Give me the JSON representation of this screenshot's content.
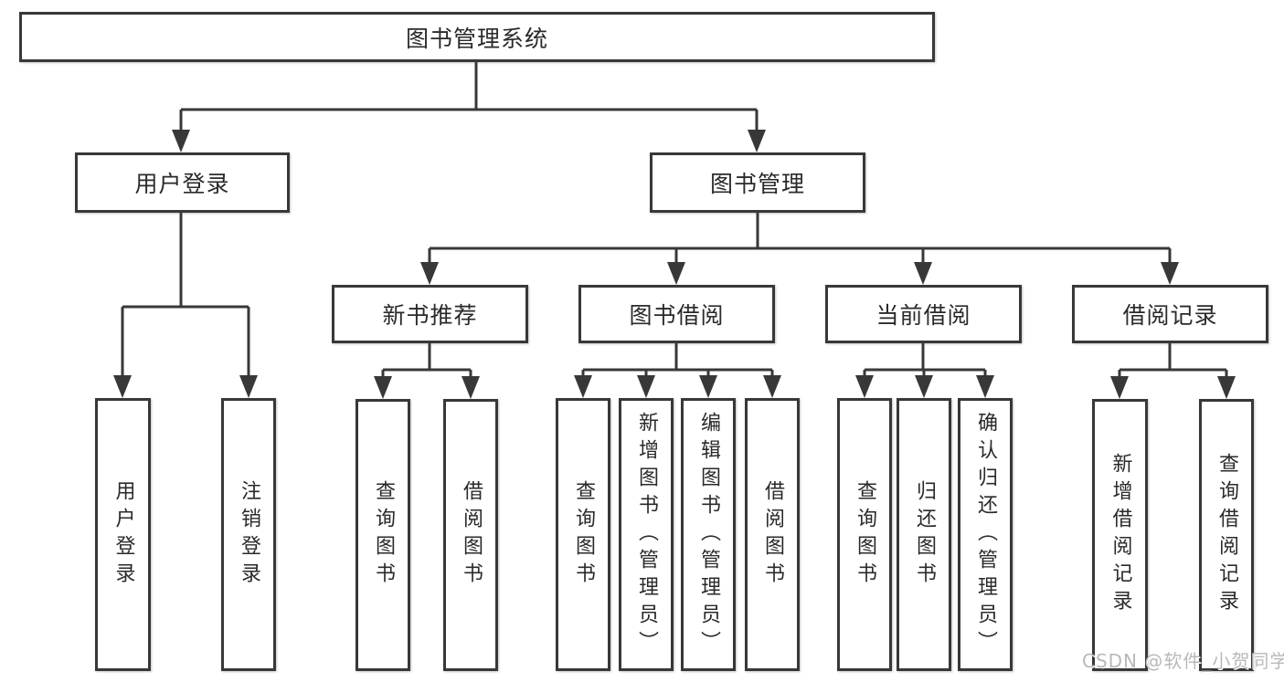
{
  "diagram": {
    "type": "hierarchy-tree",
    "tree": {
      "root": {
        "label": "图书管理系统"
      },
      "branches": [
        {
          "label": "用户登录",
          "children": [
            {
              "label": "用户登录"
            },
            {
              "label": "注销登录"
            }
          ]
        },
        {
          "label": "图书管理",
          "children": [
            {
              "label": "新书推荐",
              "children": [
                {
                  "label": "查询图书"
                },
                {
                  "label": "借阅图书"
                }
              ]
            },
            {
              "label": "图书借阅",
              "children": [
                {
                  "label": "查询图书"
                },
                {
                  "label": "新增图书（管理员）"
                },
                {
                  "label": "编辑图书（管理员）"
                },
                {
                  "label": "借阅图书"
                }
              ]
            },
            {
              "label": "当前借阅",
              "children": [
                {
                  "label": "查询图书"
                },
                {
                  "label": "归还图书"
                },
                {
                  "label": "确认归还（管理员）"
                }
              ]
            },
            {
              "label": "借阅记录",
              "children": [
                {
                  "label": "新增借阅记录"
                },
                {
                  "label": "查询借阅记录"
                }
              ]
            }
          ]
        }
      ]
    },
    "colors": {
      "line": "#383838",
      "box_border": "#383838",
      "box_fill": "#ffffff",
      "text": "#2a2a2a",
      "background": "#ffffff",
      "watermark": "#b9b9b9"
    }
  },
  "watermark": {
    "text": "CSDN @软件_小贺同学"
  }
}
